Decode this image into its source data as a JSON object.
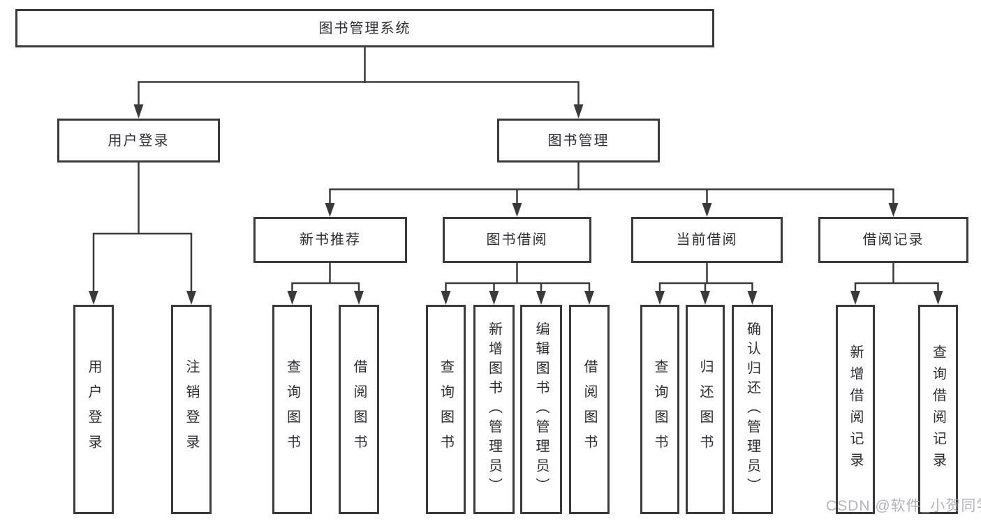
{
  "diagram": {
    "root": {
      "label": "图书管理系统"
    },
    "level2": [
      {
        "id": "user-login",
        "label": "用户登录"
      },
      {
        "id": "book-management",
        "label": "图书管理"
      }
    ],
    "level3": [
      {
        "id": "new-book-recommendation",
        "label": "新书推荐",
        "parent": "book-management"
      },
      {
        "id": "book-borrowing",
        "label": "图书借阅",
        "parent": "book-management"
      },
      {
        "id": "current-borrowing",
        "label": "当前借阅",
        "parent": "book-management"
      },
      {
        "id": "borrowing-records",
        "label": "借阅记录",
        "parent": "book-management"
      }
    ],
    "leaves": [
      {
        "label": "用户登录",
        "parent": "user-login"
      },
      {
        "label": "注销登录",
        "parent": "user-login"
      },
      {
        "label": "查询图书",
        "parent": "new-book-recommendation"
      },
      {
        "label": "借阅图书",
        "parent": "new-book-recommendation"
      },
      {
        "label": "查询图书",
        "parent": "book-borrowing"
      },
      {
        "label": "新增图书（管理员）",
        "parent": "book-borrowing"
      },
      {
        "label": "编辑图书（管理员）",
        "parent": "book-borrowing"
      },
      {
        "label": "借阅图书",
        "parent": "book-borrowing"
      },
      {
        "label": "查询图书",
        "parent": "current-borrowing"
      },
      {
        "label": "归还图书",
        "parent": "current-borrowing"
      },
      {
        "label": "确认归还（管理员）",
        "parent": "current-borrowing"
      },
      {
        "label": "新增借阅记录",
        "parent": "borrowing-records"
      },
      {
        "label": "查询借阅记录",
        "parent": "borrowing-records"
      }
    ],
    "colors": {
      "line": "#3a3a3a",
      "node_border": "#3a3a3a",
      "text": "#2e2e32",
      "background": "#ffffff",
      "watermark": "#a6a8ad"
    }
  },
  "watermark": {
    "text": "CSDN @软件_小贺同学"
  }
}
